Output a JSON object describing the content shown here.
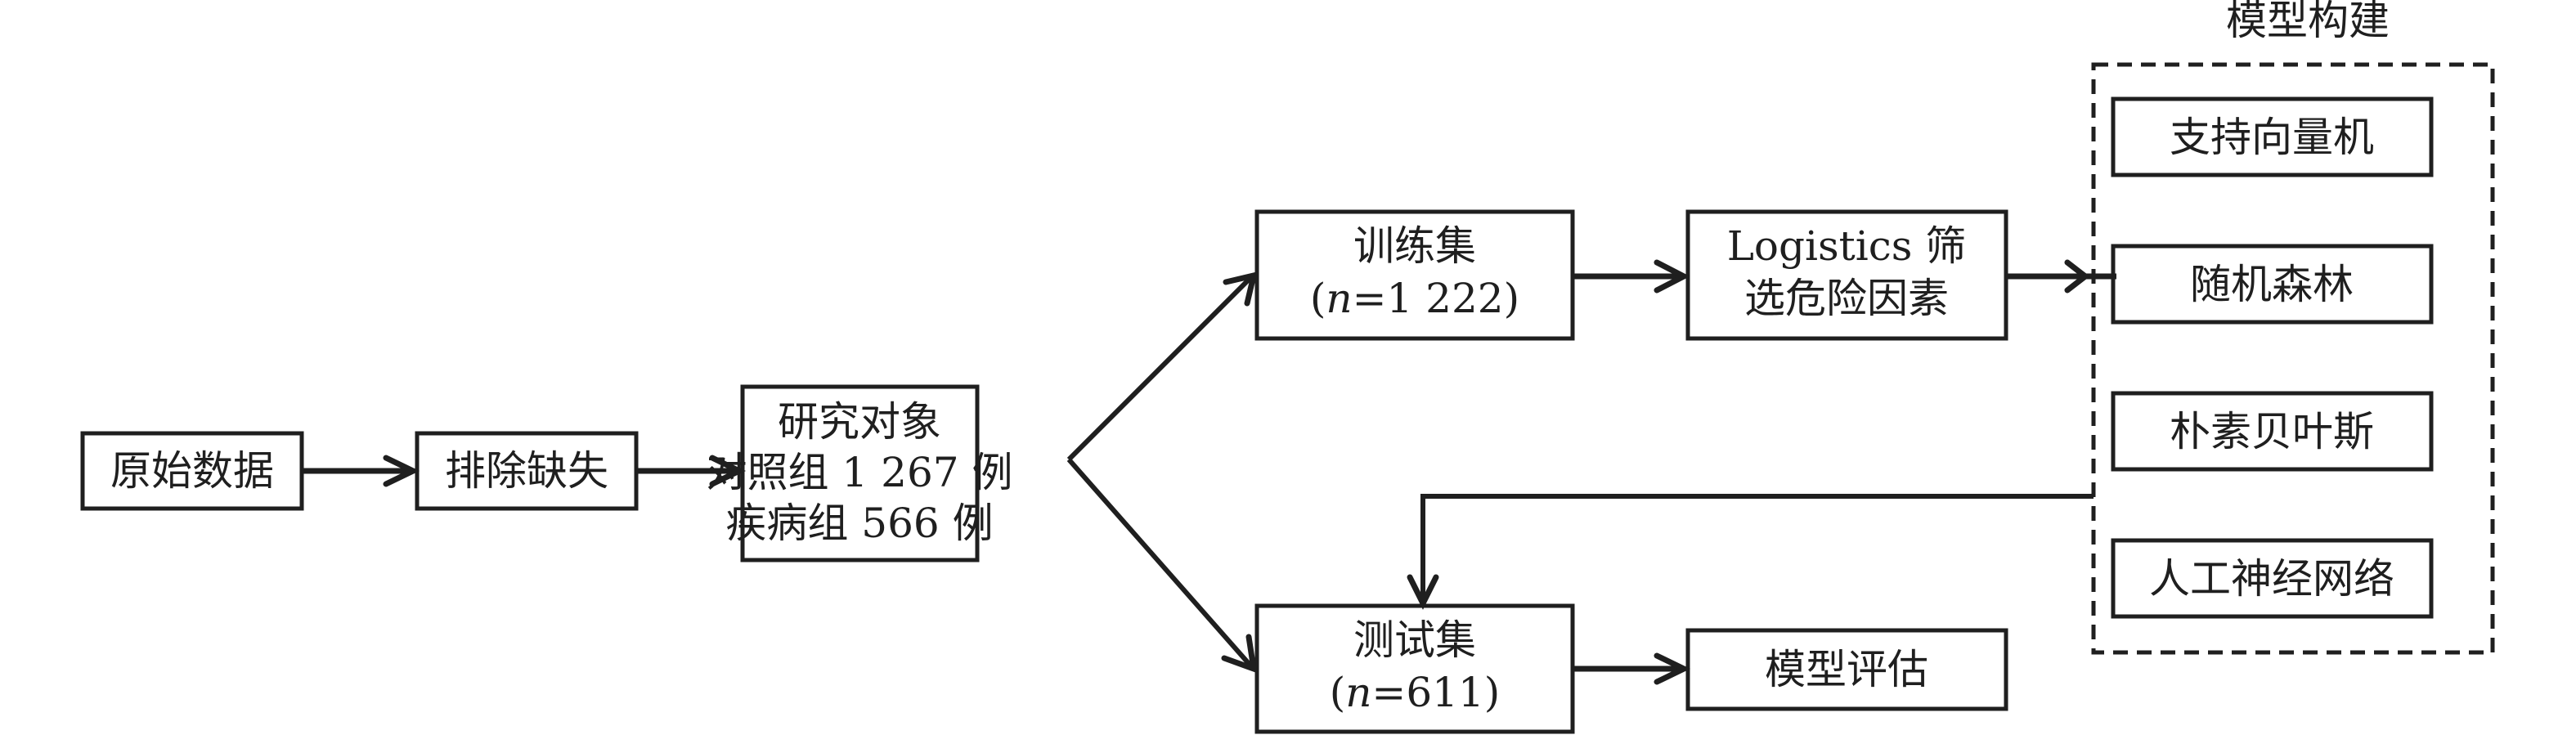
{
  "diagram": {
    "colors": {
      "stroke": "#1f1f1f",
      "background": "#ffffff"
    },
    "nodes": {
      "raw_data": {
        "label": "原始数据"
      },
      "exclude_missing": {
        "label": "排除缺失"
      },
      "study_subjects": {
        "title": "研究对象",
        "control_prefix": "对照组",
        "control_count": "1 267",
        "disease_prefix": "疾病组",
        "disease_count": "566",
        "unit": "例"
      },
      "training_set": {
        "label": "训练集",
        "n_symbol": "n",
        "n_value": "=1 222",
        "open_paren": "(",
        "close_paren": ")"
      },
      "test_set": {
        "label": "测试集",
        "n_symbol": "n",
        "n_value": "=611",
        "open_paren": "(",
        "close_paren": ")"
      },
      "logistics": {
        "line1": "Logistics 筛",
        "line2": "选危险因素"
      },
      "model_eval": {
        "label": "模型评估"
      },
      "model_build": {
        "title": "模型构建",
        "models": [
          "支持向量机",
          "随机森林",
          "朴素贝叶斯",
          "人工神经网络"
        ]
      }
    },
    "edges": [
      {
        "from": "raw_data",
        "to": "exclude_missing"
      },
      {
        "from": "exclude_missing",
        "to": "study_subjects"
      },
      {
        "from": "study_subjects",
        "to": "training_set"
      },
      {
        "from": "study_subjects",
        "to": "test_set"
      },
      {
        "from": "training_set",
        "to": "logistics"
      },
      {
        "from": "logistics",
        "to": "model_build"
      },
      {
        "from": "model_build",
        "to": "test_set"
      },
      {
        "from": "test_set",
        "to": "model_eval"
      }
    ]
  }
}
